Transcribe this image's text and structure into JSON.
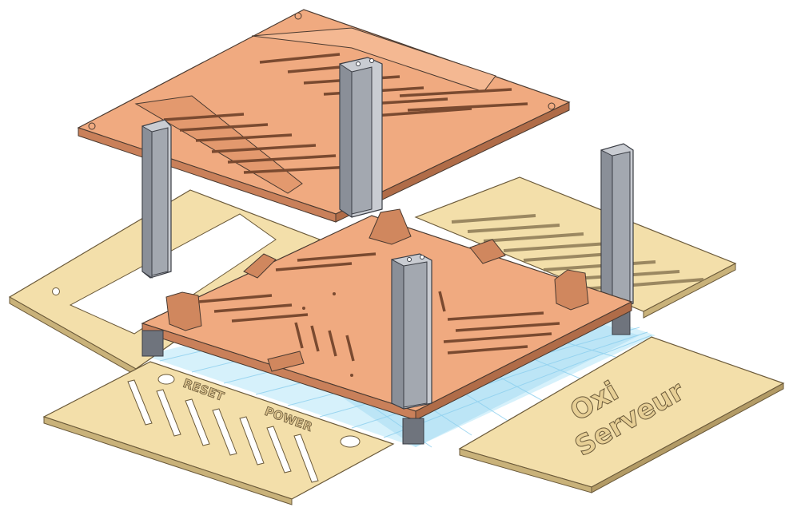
{
  "scene": {
    "kind": "3d-model-view",
    "description_visible": false
  },
  "labels": {
    "reset": "RESET",
    "power": "POWER",
    "brand_line1": "Oxi",
    "brand_line2": "Serveur"
  },
  "colors": {
    "background": "#ffffff",
    "copper_top": "#f0aa80",
    "copper_side": "#c9805a",
    "copper_dark": "#9e5e3e",
    "panel_top": "#f3dfaa",
    "panel_side": "#c9b27a",
    "pillar_light": "#c9ccd2",
    "pillar_mid": "#a3a8b0",
    "pillar_dark": "#6f747d",
    "edge": "#4a3a30",
    "grid_plane": "#b9e3f5",
    "grid_line": "#7cc4e6"
  }
}
